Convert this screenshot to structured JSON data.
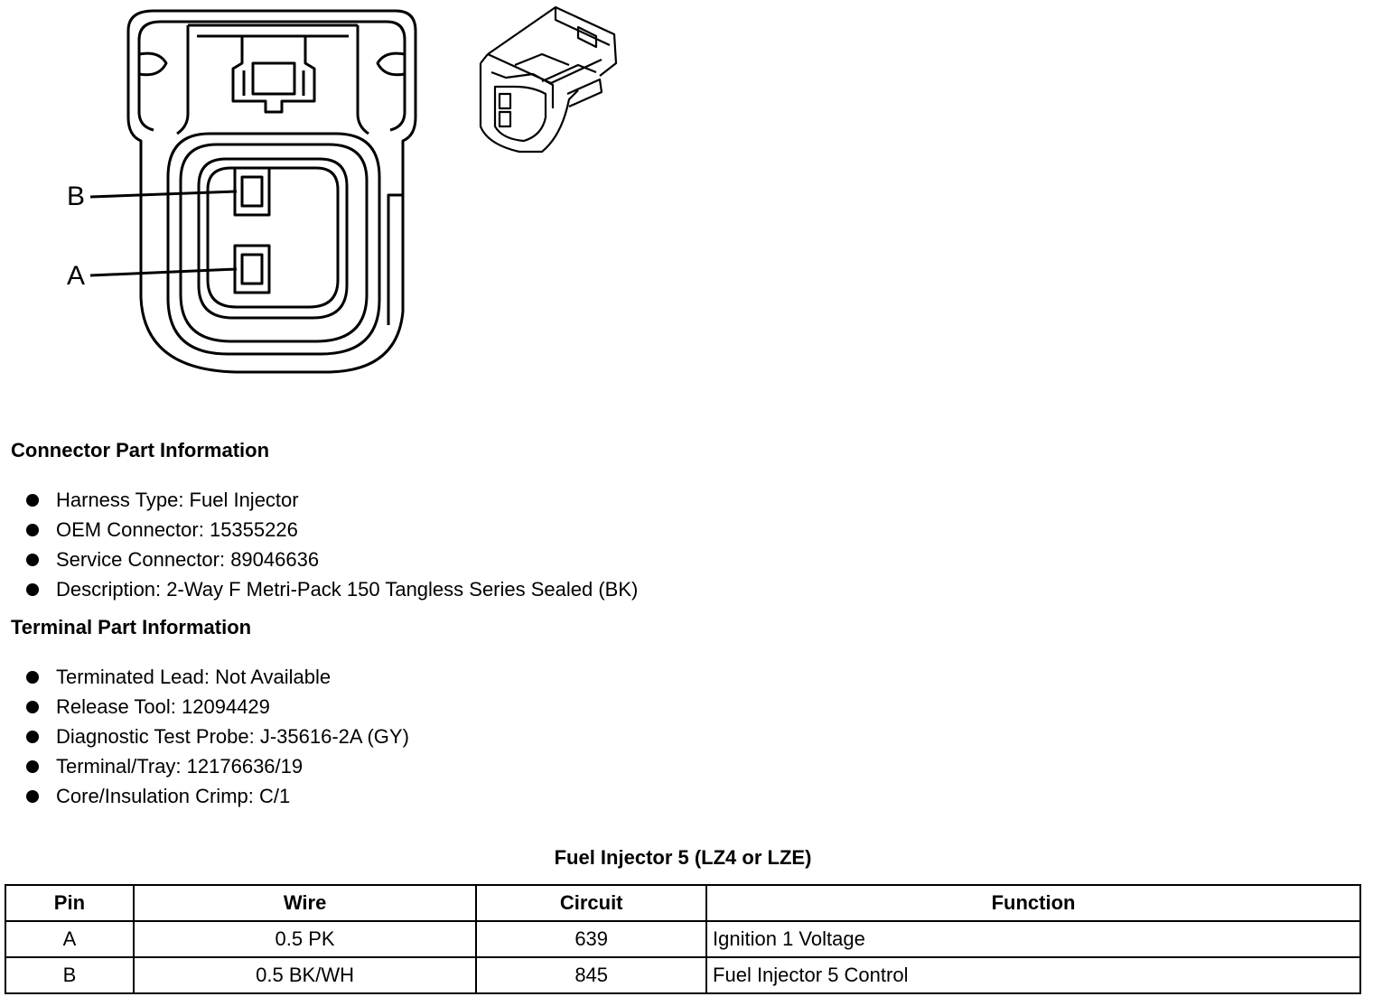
{
  "diagram": {
    "pin_labels": [
      "B",
      "A"
    ]
  },
  "connector_section": {
    "title": "Connector Part Information",
    "items": [
      "Harness Type: Fuel Injector",
      "OEM Connector: 15355226",
      "Service Connector: 89046636",
      "Description: 2-Way F Metri-Pack 150 Tangless Series Sealed (BK)"
    ]
  },
  "terminal_section": {
    "title": "Terminal Part Information",
    "items": [
      "Terminated Lead: Not Available",
      "Release Tool: 12094429",
      "Diagnostic Test Probe: J-35616-2A (GY)",
      "Terminal/Tray: 12176636/19",
      "Core/Insulation Crimp: C/1"
    ]
  },
  "table": {
    "caption": "Fuel Injector 5 (LZ4 or LZE)",
    "headers": [
      "Pin",
      "Wire",
      "Circuit",
      "Function"
    ],
    "rows": [
      [
        "A",
        "0.5 PK",
        "639",
        "Ignition 1 Voltage"
      ],
      [
        "B",
        "0.5 BK/WH",
        "845",
        "Fuel Injector 5 Control"
      ]
    ]
  }
}
